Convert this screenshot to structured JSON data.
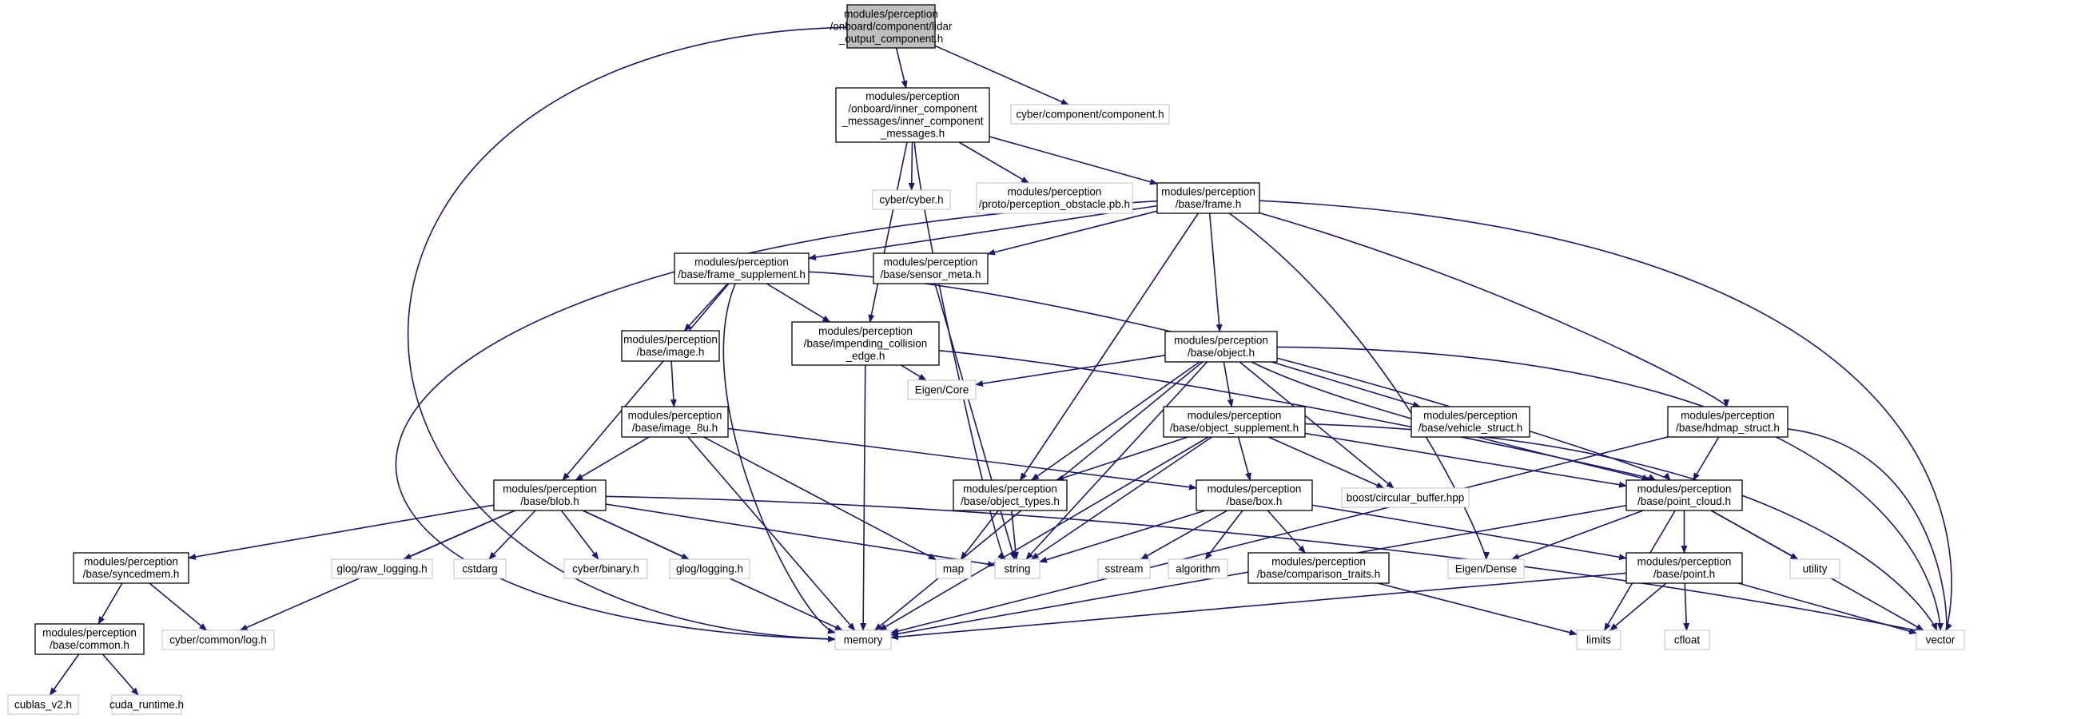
{
  "graph": {
    "nodes": [
      {
        "id": "lidar",
        "kind": "root",
        "lines": [
          "modules/perception",
          "/onboard/component/lidar",
          "_output_component.h"
        ]
      },
      {
        "id": "inner",
        "kind": "box",
        "lines": [
          "modules/perception",
          "/onboard/inner_component",
          "_messages/inner_component",
          "_messages.h"
        ]
      },
      {
        "id": "component",
        "kind": "external",
        "lines": [
          "cyber/component/component.h"
        ]
      },
      {
        "id": "cyber",
        "kind": "external",
        "lines": [
          "cyber/cyber.h"
        ]
      },
      {
        "id": "obstacle_pb",
        "kind": "external",
        "lines": [
          "modules/perception",
          "/proto/perception_obstacle.pb.h"
        ]
      },
      {
        "id": "frame",
        "kind": "box",
        "lines": [
          "modules/perception",
          "/base/frame.h"
        ]
      },
      {
        "id": "frame_supp",
        "kind": "box",
        "lines": [
          "modules/perception",
          "/base/frame_supplement.h"
        ]
      },
      {
        "id": "sensor_meta",
        "kind": "box",
        "lines": [
          "modules/perception",
          "/base/sensor_meta.h"
        ]
      },
      {
        "id": "impending",
        "kind": "box",
        "lines": [
          "modules/perception",
          "/base/impending_collision",
          "_edge.h"
        ]
      },
      {
        "id": "image",
        "kind": "box",
        "lines": [
          "modules/perception",
          "/base/image.h"
        ]
      },
      {
        "id": "image8u",
        "kind": "box",
        "lines": [
          "modules/perception",
          "/base/image_8u.h"
        ]
      },
      {
        "id": "object",
        "kind": "box",
        "lines": [
          "modules/perception",
          "/base/object.h"
        ]
      },
      {
        "id": "eigen_core",
        "kind": "external",
        "lines": [
          "Eigen/Core"
        ]
      },
      {
        "id": "vehicle_struct",
        "kind": "box",
        "lines": [
          "modules/perception",
          "/base/vehicle_struct.h"
        ]
      },
      {
        "id": "object_supp",
        "kind": "box",
        "lines": [
          "modules/perception",
          "/base/object_supplement.h"
        ]
      },
      {
        "id": "hdmap",
        "kind": "box",
        "lines": [
          "modules/perception",
          "/base/hdmap_struct.h"
        ]
      },
      {
        "id": "blob",
        "kind": "box",
        "lines": [
          "modules/perception",
          "/base/blob.h"
        ]
      },
      {
        "id": "object_types",
        "kind": "box",
        "lines": [
          "modules/perception",
          "/base/object_types.h"
        ]
      },
      {
        "id": "box",
        "kind": "box",
        "lines": [
          "modules/perception",
          "/base/box.h"
        ]
      },
      {
        "id": "circ_buf",
        "kind": "external",
        "lines": [
          "boost/circular_buffer.hpp"
        ]
      },
      {
        "id": "point_cloud",
        "kind": "box",
        "lines": [
          "modules/perception",
          "/base/point_cloud.h"
        ]
      },
      {
        "id": "syncedmem",
        "kind": "box",
        "lines": [
          "modules/perception",
          "/base/syncedmem.h"
        ]
      },
      {
        "id": "glog_raw",
        "kind": "external",
        "lines": [
          "glog/raw_logging.h"
        ]
      },
      {
        "id": "cstdarg",
        "kind": "external",
        "lines": [
          "cstdarg"
        ]
      },
      {
        "id": "cyber_binary",
        "kind": "external",
        "lines": [
          "cyber/binary.h"
        ]
      },
      {
        "id": "glog_logging",
        "kind": "external",
        "lines": [
          "glog/logging.h"
        ]
      },
      {
        "id": "map",
        "kind": "external",
        "lines": [
          "map"
        ]
      },
      {
        "id": "string",
        "kind": "external",
        "lines": [
          "string"
        ]
      },
      {
        "id": "sstream",
        "kind": "external",
        "lines": [
          "sstream"
        ]
      },
      {
        "id": "algorithm",
        "kind": "external",
        "lines": [
          "algorithm"
        ]
      },
      {
        "id": "comp_traits",
        "kind": "box",
        "lines": [
          "modules/perception",
          "/base/comparison_traits.h"
        ]
      },
      {
        "id": "eigen_dense",
        "kind": "external",
        "lines": [
          "Eigen/Dense"
        ]
      },
      {
        "id": "point",
        "kind": "box",
        "lines": [
          "modules/perception",
          "/base/point.h"
        ]
      },
      {
        "id": "utility",
        "kind": "external",
        "lines": [
          "utility"
        ]
      },
      {
        "id": "common",
        "kind": "box",
        "lines": [
          "modules/perception",
          "/base/common.h"
        ]
      },
      {
        "id": "cyber_log",
        "kind": "external",
        "lines": [
          "cyber/common/log.h"
        ]
      },
      {
        "id": "memory",
        "kind": "external",
        "lines": [
          "memory"
        ]
      },
      {
        "id": "limits",
        "kind": "external",
        "lines": [
          "limits"
        ]
      },
      {
        "id": "cfloat",
        "kind": "external",
        "lines": [
          "cfloat"
        ]
      },
      {
        "id": "vector",
        "kind": "external",
        "lines": [
          "vector"
        ]
      },
      {
        "id": "cublas",
        "kind": "external",
        "lines": [
          "cublas_v2.h"
        ]
      },
      {
        "id": "cuda_runtime",
        "kind": "external",
        "lines": [
          "cuda_runtime.h"
        ]
      }
    ],
    "edges": [
      [
        "lidar",
        "inner"
      ],
      [
        "lidar",
        "component"
      ],
      [
        "lidar",
        "memory"
      ],
      [
        "inner",
        "cyber"
      ],
      [
        "inner",
        "obstacle_pb"
      ],
      [
        "inner",
        "frame"
      ],
      [
        "inner",
        "impending"
      ],
      [
        "inner",
        "string"
      ],
      [
        "frame",
        "frame_supp"
      ],
      [
        "frame",
        "sensor_meta"
      ],
      [
        "frame",
        "object"
      ],
      [
        "frame",
        "hdmap"
      ],
      [
        "frame",
        "object_types"
      ],
      [
        "frame",
        "eigen_dense"
      ],
      [
        "frame",
        "vector"
      ],
      [
        "frame",
        "memory"
      ],
      [
        "frame_supp",
        "impending"
      ],
      [
        "frame_supp",
        "image"
      ],
      [
        "frame_supp",
        "blob"
      ],
      [
        "frame_supp",
        "point_cloud"
      ],
      [
        "frame_supp",
        "memory"
      ],
      [
        "sensor_meta",
        "string"
      ],
      [
        "impending",
        "eigen_core"
      ],
      [
        "impending",
        "point_cloud"
      ],
      [
        "impending",
        "memory"
      ],
      [
        "image",
        "image8u"
      ],
      [
        "image8u",
        "blob"
      ],
      [
        "image8u",
        "box"
      ],
      [
        "image8u",
        "map"
      ],
      [
        "image8u",
        "memory"
      ],
      [
        "object",
        "eigen_core"
      ],
      [
        "object",
        "vehicle_struct"
      ],
      [
        "object",
        "object_supp"
      ],
      [
        "object",
        "object_types"
      ],
      [
        "object",
        "circ_buf"
      ],
      [
        "object",
        "point_cloud"
      ],
      [
        "object",
        "string"
      ],
      [
        "object",
        "vector"
      ],
      [
        "object",
        "memory"
      ],
      [
        "object_supp",
        "object_types"
      ],
      [
        "object_supp",
        "box"
      ],
      [
        "object_supp",
        "circ_buf"
      ],
      [
        "object_supp",
        "point_cloud"
      ],
      [
        "object_supp",
        "string"
      ],
      [
        "object_supp",
        "vector"
      ],
      [
        "object_supp",
        "memory"
      ],
      [
        "hdmap",
        "point_cloud"
      ],
      [
        "hdmap",
        "vector"
      ],
      [
        "hdmap",
        "memory"
      ],
      [
        "blob",
        "syncedmem"
      ],
      [
        "blob",
        "glog_raw"
      ],
      [
        "blob",
        "cstdarg"
      ],
      [
        "blob",
        "cyber_binary"
      ],
      [
        "blob",
        "glog_logging"
      ],
      [
        "blob",
        "string"
      ],
      [
        "blob",
        "vector"
      ],
      [
        "blob",
        "cyber_log"
      ],
      [
        "blob",
        "memory"
      ],
      [
        "object_types",
        "map"
      ],
      [
        "object_types",
        "string"
      ],
      [
        "box",
        "comp_traits"
      ],
      [
        "box",
        "point"
      ],
      [
        "box",
        "sstream"
      ],
      [
        "box",
        "algorithm"
      ],
      [
        "box",
        "string"
      ],
      [
        "point_cloud",
        "point"
      ],
      [
        "point_cloud",
        "eigen_dense"
      ],
      [
        "point_cloud",
        "utility"
      ],
      [
        "point_cloud",
        "limits"
      ],
      [
        "point_cloud",
        "vector"
      ],
      [
        "point_cloud",
        "memory"
      ],
      [
        "syncedmem",
        "common"
      ],
      [
        "syncedmem",
        "cyber_log"
      ],
      [
        "comp_traits",
        "limits"
      ],
      [
        "point",
        "cfloat"
      ],
      [
        "point",
        "limits"
      ],
      [
        "point",
        "vector"
      ],
      [
        "point",
        "memory"
      ],
      [
        "common",
        "cublas"
      ],
      [
        "common",
        "cuda_runtime"
      ]
    ]
  },
  "colors": {
    "edge": "#191970",
    "root_fill": "#bfbfbf",
    "root_stroke": "#000000",
    "box_stroke": "#000000",
    "external_stroke": "#bfbfbf",
    "fill": "#ffffff"
  }
}
